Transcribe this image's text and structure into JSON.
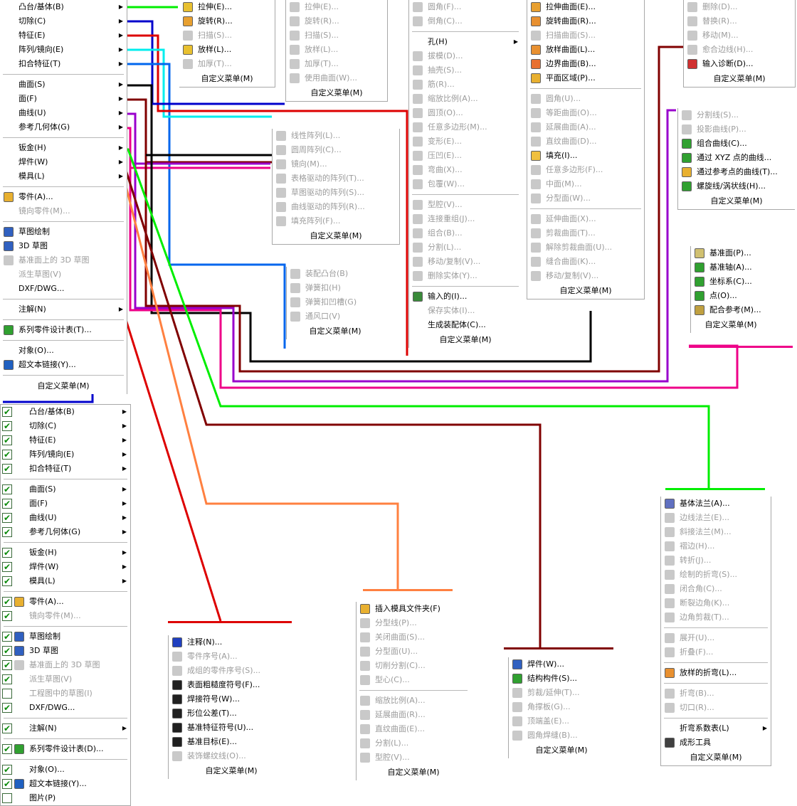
{
  "main_menu": {
    "items": [
      {
        "label": "凸台/基体(B)",
        "arrow": true
      },
      {
        "label": "切除(C)",
        "arrow": true
      },
      {
        "label": "特征(E)",
        "arrow": true
      },
      {
        "label": "阵列/镜向(E)",
        "arrow": true
      },
      {
        "label": "扣合特征(T)",
        "arrow": true
      },
      {
        "sep": true
      },
      {
        "label": "曲面(S)",
        "arrow": true
      },
      {
        "label": "面(F)",
        "arrow": true
      },
      {
        "label": "曲线(U)",
        "arrow": true
      },
      {
        "label": "参考几何体(G)",
        "arrow": true
      },
      {
        "sep": true
      },
      {
        "label": "钣金(H)",
        "arrow": true
      },
      {
        "label": "焊件(W)",
        "arrow": true
      },
      {
        "label": "模具(L)",
        "arrow": true
      },
      {
        "sep": true
      },
      {
        "label": "零件(A)...",
        "icon": "part-icon"
      },
      {
        "label": "镜向零件(M)...",
        "disabled": true
      },
      {
        "sep": true
      },
      {
        "label": "草图绘制",
        "icon": "sketch-icon"
      },
      {
        "label": "3D 草图",
        "icon": "3d-sketch-icon"
      },
      {
        "label": "基准面上的 3D 草图",
        "icon": "3d-sketch-plane-icon",
        "disabled": true
      },
      {
        "label": "派生草图(V)",
        "disabled": true
      },
      {
        "label": "DXF/DWG..."
      },
      {
        "sep": true
      },
      {
        "label": "注解(N)",
        "arrow": true
      },
      {
        "sep": true
      },
      {
        "label": "系列零件设计表(T)...",
        "icon": "design-table-icon"
      },
      {
        "sep": true
      },
      {
        "label": "对象(O)..."
      },
      {
        "label": "超文本链接(Y)...",
        "icon": "globe-icon"
      },
      {
        "sep": true
      }
    ],
    "footer": "自定义菜单(M)"
  },
  "customize_menu": {
    "items": [
      {
        "label": "凸台/基体(B)",
        "checked": true,
        "arrow": true
      },
      {
        "label": "切除(C)",
        "checked": true,
        "arrow": true
      },
      {
        "label": "特征(E)",
        "checked": true,
        "arrow": true
      },
      {
        "label": "阵列/镜向(E)",
        "checked": true,
        "arrow": true
      },
      {
        "label": "扣合特征(T)",
        "checked": true,
        "arrow": true
      },
      {
        "sep": true
      },
      {
        "label": "曲面(S)",
        "checked": true,
        "arrow": true
      },
      {
        "label": "面(F)",
        "checked": true,
        "arrow": true
      },
      {
        "label": "曲线(U)",
        "checked": true,
        "arrow": true
      },
      {
        "label": "参考几何体(G)",
        "checked": true,
        "arrow": true
      },
      {
        "sep": true
      },
      {
        "label": "钣金(H)",
        "checked": true,
        "arrow": true
      },
      {
        "label": "焊件(W)",
        "checked": true,
        "arrow": true
      },
      {
        "label": "模具(L)",
        "checked": true,
        "arrow": true
      },
      {
        "sep": true
      },
      {
        "label": "零件(A)...",
        "checked": true,
        "icon": "part-icon"
      },
      {
        "label": "镜向零件(M)...",
        "checked": true,
        "disabled": true
      },
      {
        "sep": true
      },
      {
        "label": "草图绘制",
        "checked": true,
        "icon": "sketch-icon"
      },
      {
        "label": "3D 草图",
        "checked": true,
        "icon": "3d-sketch-icon"
      },
      {
        "label": "基准面上的 3D 草图",
        "checked": true,
        "icon": "3d-sketch-plane-icon",
        "disabled": true
      },
      {
        "label": "派生草图(V)",
        "checked": true,
        "disabled": true
      },
      {
        "label": "工程图中的草图(I)",
        "checked": false,
        "disabled": true
      },
      {
        "label": "DXF/DWG...",
        "checked": true
      },
      {
        "sep": true
      },
      {
        "label": "注解(N)",
        "checked": true,
        "arrow": true
      },
      {
        "sep": true
      },
      {
        "label": "系列零件设计表(D)...",
        "checked": true,
        "icon": "design-table-icon"
      },
      {
        "sep": true
      },
      {
        "label": "对象(O)...",
        "checked": true
      },
      {
        "label": "超文本链接(Y)...",
        "checked": true,
        "icon": "globe-icon"
      },
      {
        "label": "图片(P)",
        "checked": false
      }
    ]
  },
  "boss_menu": {
    "items": [
      {
        "label": "拉伸(E)...",
        "icon": "extrude-icon"
      },
      {
        "label": "旋转(R)...",
        "icon": "revolve-icon"
      },
      {
        "label": "扫描(S)...",
        "icon": "sweep-icon",
        "disabled": true
      },
      {
        "label": "放样(L)...",
        "icon": "loft-icon"
      },
      {
        "label": "加厚(T)...",
        "icon": "thicken-icon",
        "disabled": true
      }
    ],
    "footer": "自定义菜单(M)"
  },
  "cut_menu": {
    "items": [
      {
        "label": "拉伸(E)...",
        "icon": "extrude-cut-icon",
        "disabled": true
      },
      {
        "label": "旋转(R)...",
        "icon": "revolve-cut-icon",
        "disabled": true
      },
      {
        "label": "扫描(S)...",
        "icon": "sweep-cut-icon",
        "disabled": true
      },
      {
        "label": "放样(L)...",
        "icon": "loft-cut-icon",
        "disabled": true
      },
      {
        "label": "加厚(T)...",
        "icon": "thicken-cut-icon",
        "disabled": true
      },
      {
        "label": "使用曲面(W)...",
        "icon": "surface-cut-icon",
        "disabled": true
      }
    ],
    "footer": "自定义菜单(M)"
  },
  "pattern_menu": {
    "items": [
      {
        "label": "线性阵列(L)...",
        "icon": "linear-pattern-icon",
        "disabled": true
      },
      {
        "label": "圆周阵列(C)...",
        "icon": "circular-pattern-icon",
        "disabled": true
      },
      {
        "label": "镜向(M)...",
        "icon": "mirror-icon",
        "disabled": true
      },
      {
        "label": "表格驱动的阵列(T)...",
        "icon": "table-pattern-icon",
        "disabled": true
      },
      {
        "label": "草图驱动的阵列(S)...",
        "icon": "sketch-pattern-icon",
        "disabled": true
      },
      {
        "label": "曲线驱动的阵列(R)...",
        "icon": "curve-pattern-icon",
        "disabled": true
      },
      {
        "label": "填充阵列(F)...",
        "icon": "fill-pattern-icon",
        "disabled": true
      }
    ],
    "footer": "自定义菜单(M)"
  },
  "fastening_menu": {
    "items": [
      {
        "label": "装配凸台(B)",
        "icon": "mounting-boss-icon",
        "disabled": true
      },
      {
        "label": "弹簧扣(H)",
        "icon": "snap-hook-icon",
        "disabled": true
      },
      {
        "label": "弹簧扣凹槽(G)",
        "icon": "snap-groove-icon",
        "disabled": true
      },
      {
        "label": "通风口(V)",
        "icon": "vent-icon",
        "disabled": true
      }
    ],
    "footer": "自定义菜单(M)"
  },
  "features_menu": {
    "items": [
      {
        "label": "圆角(F)...",
        "icon": "fillet-icon",
        "disabled": true
      },
      {
        "label": "倒角(C)...",
        "icon": "chamfer-icon",
        "disabled": true
      },
      {
        "sep": true
      },
      {
        "label": "孔(H)",
        "arrow": true
      },
      {
        "label": "拔模(D)...",
        "icon": "draft-icon",
        "disabled": true
      },
      {
        "label": "抽壳(S)...",
        "icon": "shell-icon",
        "disabled": true
      },
      {
        "label": "筋(R)...",
        "icon": "rib-icon",
        "disabled": true
      },
      {
        "label": "缩放比例(A)...",
        "icon": "scale-icon",
        "disabled": true
      },
      {
        "label": "圆顶(O)...",
        "icon": "dome-icon",
        "disabled": true
      },
      {
        "label": "任意多边形(M)...",
        "icon": "freeform-icon",
        "disabled": true
      },
      {
        "label": "变形(E)...",
        "icon": "deform-icon",
        "disabled": true
      },
      {
        "label": "压凹(E)...",
        "icon": "indent-icon",
        "disabled": true
      },
      {
        "label": "弯曲(X)...",
        "icon": "flex-icon",
        "disabled": true
      },
      {
        "label": "包覆(W)...",
        "icon": "wrap-icon",
        "disabled": true
      },
      {
        "sep": true
      },
      {
        "label": "型腔(V)...",
        "icon": "cavity-icon",
        "disabled": true
      },
      {
        "label": "连接重组(J)...",
        "icon": "join-icon",
        "disabled": true
      },
      {
        "label": "组合(B)...",
        "icon": "combine-icon",
        "disabled": true
      },
      {
        "label": "分割(L)...",
        "icon": "split-icon",
        "disabled": true
      },
      {
        "label": "移动/复制(V)...",
        "icon": "move-copy-icon",
        "disabled": true
      },
      {
        "label": "删除实体(Y)...",
        "icon": "delete-body-icon",
        "disabled": true
      },
      {
        "sep": true
      },
      {
        "label": "输入的(I)...",
        "icon": "imported-icon"
      },
      {
        "label": "保存实体(I)...",
        "disabled": true
      },
      {
        "label": "生成装配体(C)..."
      }
    ],
    "footer": "自定义菜单(M)"
  },
  "surface_menu": {
    "items": [
      {
        "label": "拉伸曲面(E)...",
        "icon": "extrude-surface-icon"
      },
      {
        "label": "旋转曲面(R)...",
        "icon": "revolve-surface-icon"
      },
      {
        "label": "扫描曲面(S)...",
        "icon": "sweep-surface-icon",
        "disabled": true
      },
      {
        "label": "放样曲面(L)...",
        "icon": "loft-surface-icon"
      },
      {
        "label": "边界曲面(B)...",
        "icon": "boundary-surface-icon"
      },
      {
        "label": "平面区域(P)...",
        "icon": "planar-surface-icon"
      },
      {
        "sep": true
      },
      {
        "label": "圆角(U)...",
        "icon": "fillet-surface-icon",
        "disabled": true
      },
      {
        "label": "等距曲面(O)...",
        "icon": "offset-surface-icon",
        "disabled": true
      },
      {
        "label": "延展曲面(A)...",
        "icon": "radiate-surface-icon",
        "disabled": true
      },
      {
        "label": "直纹曲面(D)...",
        "icon": "ruled-surface-icon",
        "disabled": true
      },
      {
        "label": "填充(I)...",
        "icon": "fill-surface-icon"
      },
      {
        "label": "任意多边形(F)...",
        "icon": "freeform-surface-icon",
        "disabled": true
      },
      {
        "label": "中面(M)...",
        "icon": "mid-surface-icon",
        "disabled": true
      },
      {
        "label": "分型面(W)...",
        "icon": "parting-surface-icon",
        "disabled": true
      },
      {
        "sep": true
      },
      {
        "label": "延伸曲面(X)...",
        "icon": "extend-surface-icon",
        "disabled": true
      },
      {
        "label": "剪裁曲面(T)...",
        "icon": "trim-surface-icon",
        "disabled": true
      },
      {
        "label": "解除剪裁曲面(U)...",
        "icon": "untrim-surface-icon",
        "disabled": true
      },
      {
        "label": "缝合曲面(K)...",
        "icon": "knit-surface-icon",
        "disabled": true
      },
      {
        "label": "移动/复制(V)...",
        "icon": "move-copy-surface-icon",
        "disabled": true
      }
    ],
    "footer": "自定义菜单(M)"
  },
  "face_menu": {
    "items": [
      {
        "label": "删除(D)...",
        "icon": "delete-face-icon",
        "disabled": true
      },
      {
        "label": "替换(R)...",
        "icon": "replace-face-icon",
        "disabled": true
      },
      {
        "label": "移动(M)...",
        "icon": "move-face-icon",
        "disabled": true
      },
      {
        "label": "愈合边线(H)...",
        "icon": "heal-edges-icon",
        "disabled": true
      },
      {
        "label": "输入诊断(D)...",
        "icon": "import-diagnostics-icon"
      }
    ],
    "footer": "自定义菜单(M)"
  },
  "curve_menu": {
    "items": [
      {
        "label": "分割线(S)...",
        "icon": "split-line-icon",
        "disabled": true
      },
      {
        "label": "投影曲线(P)...",
        "icon": "projected-curve-icon",
        "disabled": true
      },
      {
        "label": "组合曲线(C)...",
        "icon": "composite-curve-icon"
      },
      {
        "label": "通过 XYZ 点的曲线...",
        "icon": "xyz-curve-icon"
      },
      {
        "label": "通过参考点的曲线(T)...",
        "icon": "ref-point-curve-icon"
      },
      {
        "label": "螺旋线/涡状线(H)...",
        "icon": "helix-icon"
      }
    ],
    "footer": "自定义菜单(M)"
  },
  "refgeom_menu": {
    "items": [
      {
        "label": "基准面(P)...",
        "icon": "plane-icon"
      },
      {
        "label": "基准轴(A)...",
        "icon": "axis-icon"
      },
      {
        "label": "坐标系(C)...",
        "icon": "coordinate-system-icon"
      },
      {
        "label": "点(O)...",
        "icon": "point-icon"
      },
      {
        "label": "配合参考(M)...",
        "icon": "mate-reference-icon"
      }
    ],
    "footer": "自定义菜单(M)"
  },
  "sheetmetal_menu": {
    "items": [
      {
        "label": "基体法兰(A)...",
        "icon": "base-flange-icon"
      },
      {
        "label": "边线法兰(E)...",
        "icon": "edge-flange-icon",
        "disabled": true
      },
      {
        "label": "斜接法兰(M)...",
        "icon": "miter-flange-icon",
        "disabled": true
      },
      {
        "label": "褶边(H)...",
        "icon": "hem-icon",
        "disabled": true
      },
      {
        "label": "转折(J)...",
        "icon": "jog-icon",
        "disabled": true
      },
      {
        "label": "绘制的折弯(S)...",
        "icon": "sketched-bend-icon",
        "disabled": true
      },
      {
        "label": "闭合角(C)...",
        "icon": "closed-corner-icon",
        "disabled": true
      },
      {
        "label": "断裂边角(K)...",
        "icon": "break-corner-icon",
        "disabled": true
      },
      {
        "label": "边角剪裁(T)...",
        "icon": "corner-trim-icon",
        "disabled": true
      },
      {
        "sep": true
      },
      {
        "label": "展开(U)...",
        "icon": "unfold-icon",
        "disabled": true
      },
      {
        "label": "折叠(F)...",
        "icon": "fold-icon",
        "disabled": true
      },
      {
        "sep": true
      },
      {
        "label": "放样的折弯(L)...",
        "icon": "lofted-bend-icon"
      },
      {
        "sep": true
      },
      {
        "label": "折弯(B)...",
        "icon": "insert-bends-icon",
        "disabled": true
      },
      {
        "label": "切口(R)...",
        "icon": "rip-icon",
        "disabled": true
      },
      {
        "sep": true
      },
      {
        "label": "折弯系数表(L)",
        "arrow": true
      },
      {
        "label": "成形工具",
        "icon": "forming-tool-icon"
      }
    ],
    "footer": "自定义菜单(M)"
  },
  "weldment_menu": {
    "items": [
      {
        "label": "焊件(W)...",
        "icon": "weldment-icon"
      },
      {
        "label": "结构构件(S)...",
        "icon": "structural-member-icon"
      },
      {
        "label": "剪裁/延伸(T)...",
        "icon": "trim-extend-icon",
        "disabled": true
      },
      {
        "label": "角撑板(G)...",
        "icon": "gusset-icon",
        "disabled": true
      },
      {
        "label": "顶端盖(E)...",
        "icon": "end-cap-icon",
        "disabled": true
      },
      {
        "label": "圆角焊缝(B)...",
        "icon": "fillet-bead-icon",
        "disabled": true
      }
    ],
    "footer": "自定义菜单(M)"
  },
  "mold_menu": {
    "items": [
      {
        "label": "插入模具文件夹(F)",
        "icon": "mold-folder-icon"
      },
      {
        "label": "分型线(P)...",
        "icon": "parting-line-icon",
        "disabled": true
      },
      {
        "label": "关闭曲面(S)...",
        "icon": "shut-off-surface-icon",
        "disabled": true
      },
      {
        "label": "分型面(U)...",
        "icon": "parting-surface-mold-icon",
        "disabled": true
      },
      {
        "label": "切削分割(C)...",
        "icon": "tooling-split-icon",
        "disabled": true
      },
      {
        "label": "型心(C)...",
        "icon": "core-icon",
        "disabled": true
      },
      {
        "sep": true
      },
      {
        "label": "缩放比例(A)...",
        "icon": "scale-mold-icon",
        "disabled": true
      },
      {
        "label": "延展曲面(R)...",
        "icon": "radiate-mold-icon",
        "disabled": true
      },
      {
        "label": "直纹曲面(E)...",
        "icon": "ruled-mold-icon",
        "disabled": true
      },
      {
        "label": "分割(L)...",
        "icon": "split-mold-icon",
        "disabled": true
      },
      {
        "label": "型腔(V)...",
        "icon": "cavity-mold-icon",
        "disabled": true
      }
    ],
    "footer": "自定义菜单(M)"
  },
  "annotation_menu": {
    "items": [
      {
        "label": "注释(N)...",
        "icon": "note-icon"
      },
      {
        "label": "零件序号(A)...",
        "icon": "balloon-icon",
        "disabled": true
      },
      {
        "label": "成组的零件序号(S)...",
        "icon": "stacked-balloon-icon",
        "disabled": true
      },
      {
        "label": "表面粗糙度符号(F)...",
        "icon": "surface-finish-icon"
      },
      {
        "label": "焊接符号(W)...",
        "icon": "weld-symbol-icon"
      },
      {
        "label": "形位公差(T)...",
        "icon": "gtol-icon"
      },
      {
        "label": "基准特征符号(U)...",
        "icon": "datum-feature-icon"
      },
      {
        "label": "基准目标(E)...",
        "icon": "datum-target-icon"
      },
      {
        "label": "装饰螺纹线(O)...",
        "icon": "cosmetic-thread-icon",
        "disabled": true
      }
    ],
    "footer": "自定义菜单(M)"
  },
  "colors": {
    "boss": "#00ee00",
    "cut": "#0000cc",
    "features": "#dd0000",
    "pattern": "#00eeee",
    "fastening": "#0066ee",
    "surface": "#000000",
    "face": "#800000",
    "curve": "#9900cc",
    "refgeom": "#ee0088",
    "sheetmetal": "#00ee00",
    "weldment": "#800000",
    "mold": "#ff8040",
    "annotation": "#dd0000",
    "customize": "#0000cc",
    "check": "#0a8a0a",
    "disabled_text": "#9c9c9c"
  }
}
